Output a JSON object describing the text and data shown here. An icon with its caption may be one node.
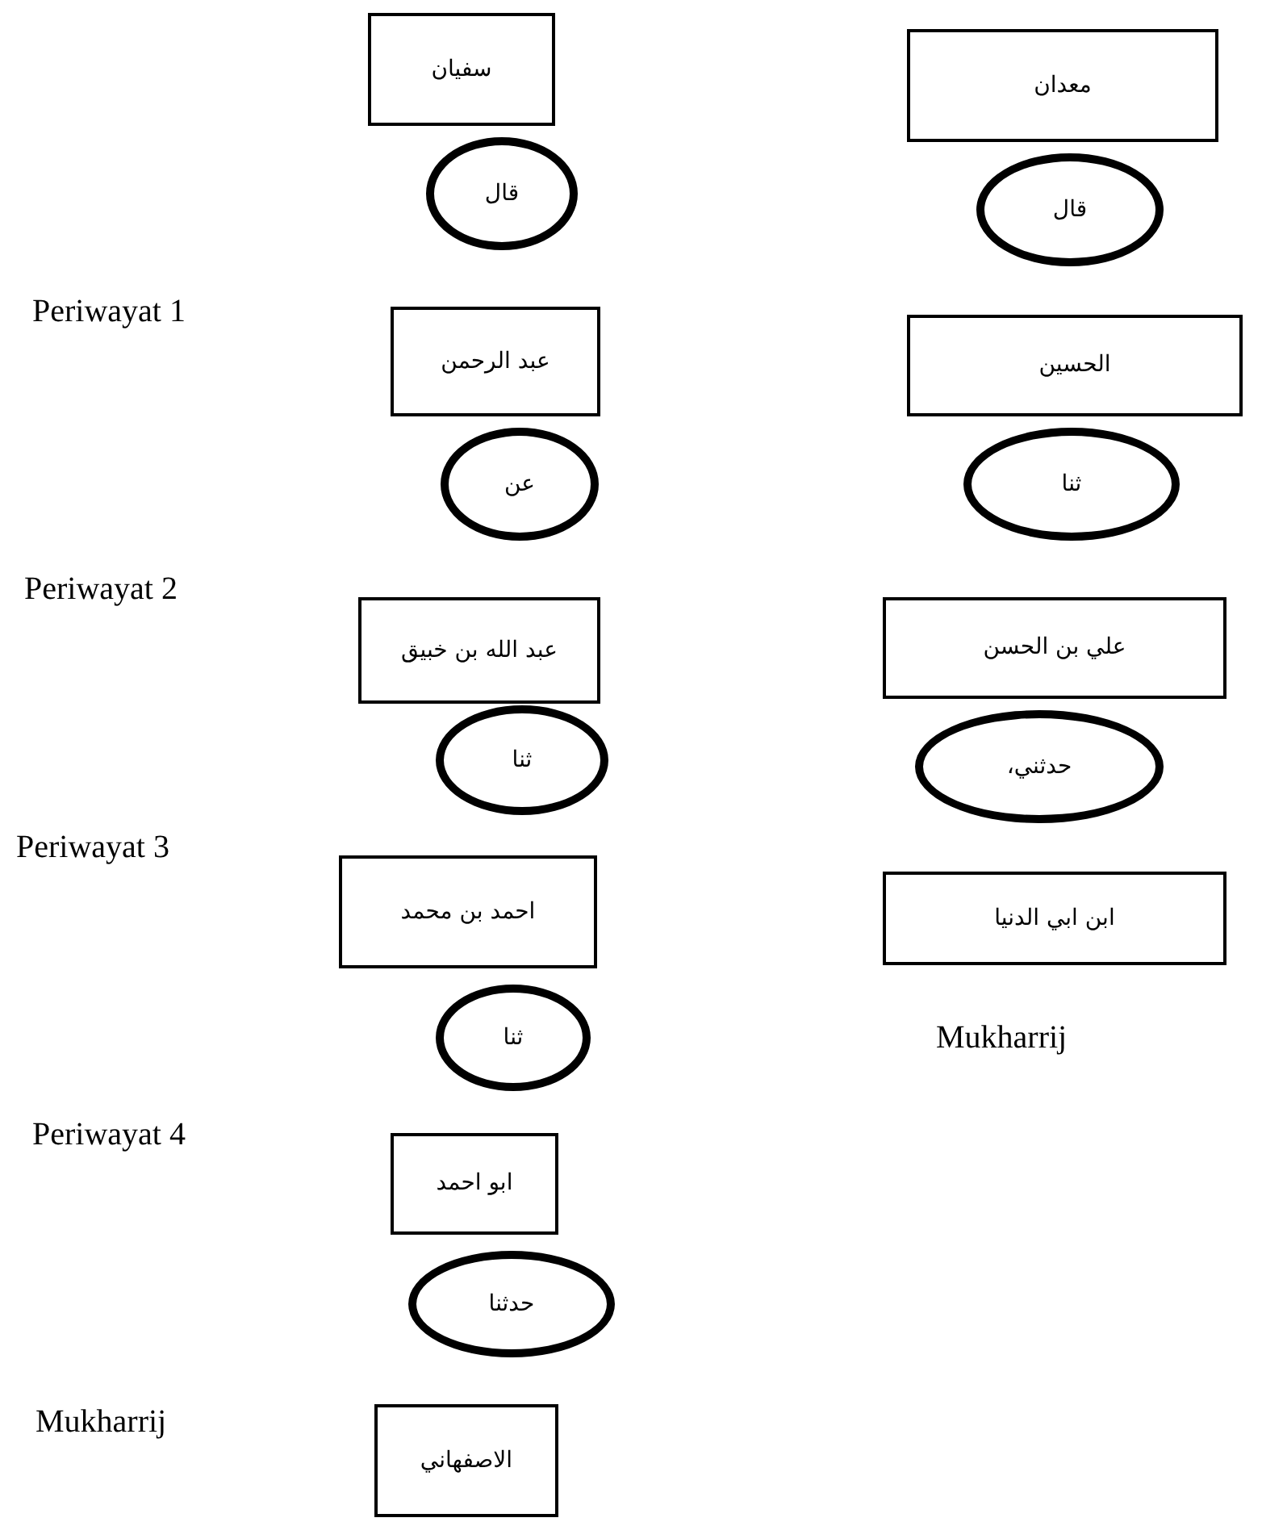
{
  "diagram": {
    "nodes": [
      {
        "text": [
          "سفيان"
        ]
      },
      {
        "text": [
          "قال"
        ]
      },
      {
        "text": [
          "عبد الرحمن"
        ]
      },
      {
        "text": [
          "عن"
        ]
      },
      {
        "text": [
          "عبد الله بن خبيق"
        ]
      },
      {
        "text": [
          "ثنا"
        ]
      },
      {
        "text": [
          "احمد بن محمد"
        ]
      },
      {
        "text": [
          "ثنا"
        ]
      },
      {
        "text": [
          "ابو احمد"
        ]
      },
      {
        "text": [
          "حدثنا"
        ]
      },
      {
        "text": [
          "الاصفهاني"
        ]
      },
      {
        "text": [
          "معدان"
        ]
      },
      {
        "text": [
          "قال"
        ]
      },
      {
        "text": [
          "الحسين"
        ]
      },
      {
        "text": [
          "ثنا"
        ]
      },
      {
        "text": [
          "علي بن الحسن"
        ]
      },
      {
        "text": [
          "حدثني،"
        ]
      },
      {
        "text": [
          "ابن ابي الدنيا"
        ]
      }
    ],
    "labels": [
      "Periwayat 1",
      "Periwayat 2",
      "Periwayat 3",
      "Mukharrij",
      "Periwayat 4",
      "Mukharrij"
    ]
  }
}
